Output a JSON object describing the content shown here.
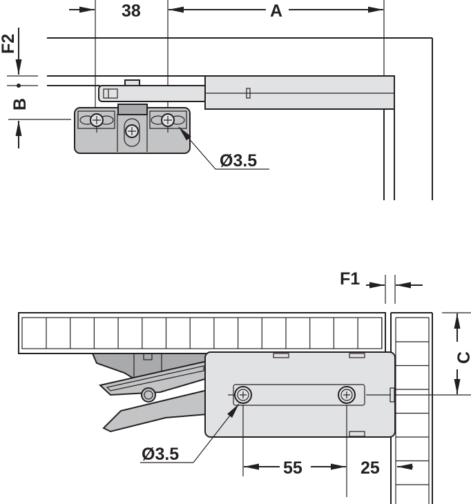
{
  "top_view": {
    "dim_38": "38",
    "dim_A": "A",
    "dim_F2": "F2",
    "dim_B": "B",
    "hole_diameter": "Ø3.5"
  },
  "side_view": {
    "dim_F1": "F1",
    "dim_C": "C",
    "dim_55": "55",
    "dim_25": "25",
    "hole_diameter": "Ø3.5"
  },
  "colors": {
    "line": "#231f20",
    "part_light": "#e1e2e4",
    "part_dark": "#c3c4c6"
  }
}
